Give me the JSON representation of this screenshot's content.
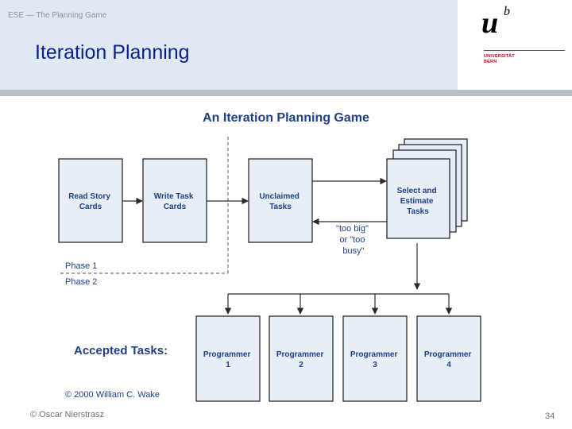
{
  "header": {
    "breadcrumb": "ESE — The Planning Game",
    "title": "Iteration Planning"
  },
  "logo": {
    "u": "u",
    "b": "b",
    "line1": "UNIVERSITÄT",
    "line2": "BERN"
  },
  "diagram": {
    "title": "An Iteration Planning Game",
    "cards": {
      "read_story": [
        "Read Story",
        "Cards"
      ],
      "write_task": [
        "Write Task",
        "Cards"
      ],
      "unclaimed": [
        "Unclaimed",
        "Tasks"
      ],
      "select_estimate": [
        "Select and",
        "Estimate",
        "Tasks"
      ]
    },
    "feedback_label": [
      "\"too big\"",
      "or \"too",
      "busy\""
    ],
    "phase1": "Phase 1",
    "phase2": "Phase 2",
    "accepted_label": "Accepted Tasks:",
    "programmers": [
      [
        "Programmer",
        "1"
      ],
      [
        "Programmer",
        "2"
      ],
      [
        "Programmer",
        "3"
      ],
      [
        "Programmer",
        "4"
      ]
    ],
    "copyright": "© 2000 William C. Wake"
  },
  "footer": {
    "author": "© Oscar Nierstrasz",
    "page": "34"
  },
  "colors": {
    "header_bg": "#dfe8f3",
    "title": "#0a1f8a",
    "diagram_text": "#1f3f86",
    "card_fill": "#e8eef6",
    "card_border": "#1b1b1b",
    "logo_red": "#c0001b"
  }
}
